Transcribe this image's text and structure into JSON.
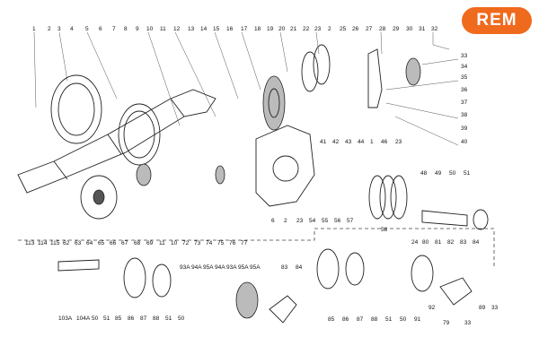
{
  "brand": {
    "name": "REM",
    "color": "#f06a1e"
  },
  "top_labels": [
    "1",
    "2",
    "3",
    "4",
    "5",
    "6",
    "7",
    "8",
    "9",
    "10",
    "11",
    "12",
    "13",
    "14",
    "15",
    "16",
    "17",
    "18",
    "19",
    "20",
    "21",
    "22",
    "23",
    "2",
    "25",
    "26",
    "27",
    "28",
    "29",
    "30",
    "31",
    "32"
  ],
  "right_labels": [
    "33",
    "34",
    "35",
    "36",
    "37",
    "38",
    "39",
    "40"
  ],
  "mid_labels": [
    "41",
    "42",
    "43",
    "44",
    "1",
    "46",
    "23",
    "48",
    "49",
    "50",
    "51",
    "58"
  ],
  "mid_bottom_labels": [
    "6",
    "2",
    "23",
    "54",
    "55",
    "56",
    "57"
  ],
  "lower_left_labels": [
    "113",
    "114",
    "115",
    "62",
    "63",
    "64",
    "65",
    "66",
    "67",
    "68",
    "69",
    "11",
    "10",
    "72",
    "73",
    "74",
    "75",
    "76",
    "77"
  ],
  "bottom_left_labels": [
    "103A",
    "104A",
    "50",
    "51",
    "85",
    "86",
    "87",
    "88",
    "51",
    "50",
    "93A",
    "94A",
    "95A",
    "94A",
    "93A",
    "95A",
    "95A",
    "83",
    "84"
  ],
  "bottom_right_top_labels": [
    "24",
    "80",
    "81",
    "82",
    "83",
    "84"
  ],
  "bottom_right_labels": [
    "85",
    "86",
    "87",
    "88",
    "51",
    "50",
    "91",
    "92",
    "79",
    "33",
    "89",
    "33"
  ]
}
